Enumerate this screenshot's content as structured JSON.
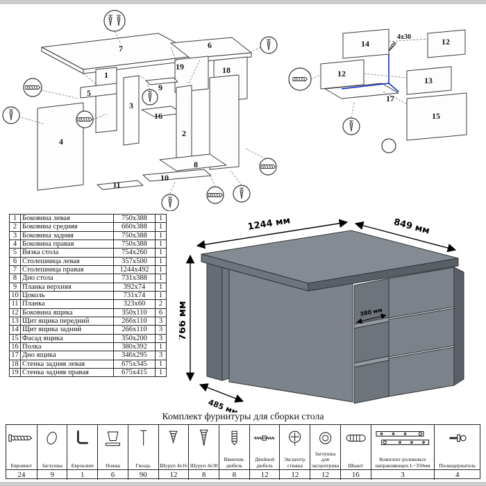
{
  "sheet": {
    "background": "#ffffff",
    "edge_color": "#cccccc"
  },
  "exploded_left": {
    "labels": {
      "p1": "1",
      "p2": "2",
      "p3": "3",
      "p4": "4",
      "p5": "5",
      "p6": "6",
      "p7": "7",
      "p8": "8",
      "p9": "9",
      "p10": "10",
      "p11": "11",
      "p16": "16",
      "p18": "18",
      "p19": "19"
    }
  },
  "exploded_right": {
    "labels": {
      "p12a": "12",
      "p12b": "12",
      "p13": "13",
      "p14": "14",
      "p15": "15",
      "p17": "17"
    },
    "annotation": "4x30",
    "accent_color": "#0022cc"
  },
  "parts_table": {
    "rows": [
      {
        "num": "1",
        "name": "Боковина левая",
        "size": "750x388",
        "qty": "1"
      },
      {
        "num": "2",
        "name": "Боковина средняя",
        "size": "660x388",
        "qty": "1"
      },
      {
        "num": "3",
        "name": "Боковина задняя",
        "size": "750x388",
        "qty": "1"
      },
      {
        "num": "4",
        "name": "Боковина правая",
        "size": "750x388",
        "qty": "1"
      },
      {
        "num": "5",
        "name": "Вязка стола",
        "size": "754x260",
        "qty": "1"
      },
      {
        "num": "6",
        "name": "Столешница левая",
        "size": "357x500",
        "qty": "1"
      },
      {
        "num": "7",
        "name": "Столешница правая",
        "size": "1244x492",
        "qty": "1"
      },
      {
        "num": "8",
        "name": "Дно стола",
        "size": "731x388",
        "qty": "1"
      },
      {
        "num": "9",
        "name": "Планка верхняя",
        "size": "392x74",
        "qty": "1"
      },
      {
        "num": "10",
        "name": "Цоколь",
        "size": "731x74",
        "qty": "1"
      },
      {
        "num": "11",
        "name": "Планка",
        "size": "323x60",
        "qty": "2"
      },
      {
        "num": "12",
        "name": "Боковина ящика",
        "size": "350x110",
        "qty": "6"
      },
      {
        "num": "13",
        "name": "Щит ящика передний",
        "size": "266x110",
        "qty": "3"
      },
      {
        "num": "14",
        "name": "Щит ящика задний",
        "size": "266x110",
        "qty": "3"
      },
      {
        "num": "15",
        "name": "Фасад ящика",
        "size": "350x200",
        "qty": "3"
      },
      {
        "num": "16",
        "name": "Полка",
        "size": "380x392",
        "qty": "1"
      },
      {
        "num": "17",
        "name": "Дно ящика",
        "size": "346x295",
        "qty": "3"
      },
      {
        "num": "18",
        "name": "Стенка задняя левая",
        "size": "675x345",
        "qty": "1"
      },
      {
        "num": "19",
        "name": "Стенка задняя правая",
        "size": "675x415",
        "qty": "1"
      }
    ]
  },
  "desk": {
    "dim_width": "1244 мм",
    "dim_depth": "849 мм",
    "dim_height": "766 мм",
    "dim_shelf": "380 мм",
    "dim_foot": "485 мм",
    "top_color": "#858b93",
    "front_color": "#6f757d",
    "side_color": "#595f66",
    "interior_color": "#6e747b",
    "shelf_color": "#9599a0",
    "drawer_color": "#7c828a",
    "back_color": "#7d838b",
    "leg_color": "#666c73"
  },
  "hardware": {
    "title": "Комплект фурнитуры для сборки стола",
    "items": [
      {
        "label": "Евровинт",
        "qty": "24",
        "icon": "confirmat-icon"
      },
      {
        "label": "Заглушка",
        "qty": "9",
        "icon": "plug-icon"
      },
      {
        "label": "Евроключ",
        "qty": "1",
        "icon": "hex-key-icon"
      },
      {
        "label": "Ножка",
        "qty": "6",
        "icon": "leg-icon"
      },
      {
        "label": "Гвоздь",
        "qty": "90",
        "icon": "nail-icon"
      },
      {
        "label": "Шуруп 4x16",
        "qty": "12",
        "icon": "screw-short-icon"
      },
      {
        "label": "Шуруп 4x30",
        "qty": "8",
        "icon": "screw-long-icon"
      },
      {
        "label": "Ввинчив. дюбель",
        "qty": "8",
        "icon": "screw-dowel-icon"
      },
      {
        "label": "Двойной дюбель",
        "qty": "12",
        "icon": "double-dowel-icon"
      },
      {
        "label": "Эксцентр. стяжка",
        "qty": "12",
        "icon": "cam-lock-icon"
      },
      {
        "label": "Заглушка для эксцентрика",
        "qty": "12",
        "icon": "cam-cap-icon"
      },
      {
        "label": "Шкант",
        "qty": "16",
        "icon": "wood-dowel-icon"
      },
      {
        "label": "Комплект роликовых направляющих L~350мм",
        "qty": "3",
        "icon": "roller-guides-icon",
        "wide": true
      },
      {
        "label": "Полкодержатель",
        "qty": "4",
        "icon": "shelf-pin-icon"
      }
    ]
  }
}
